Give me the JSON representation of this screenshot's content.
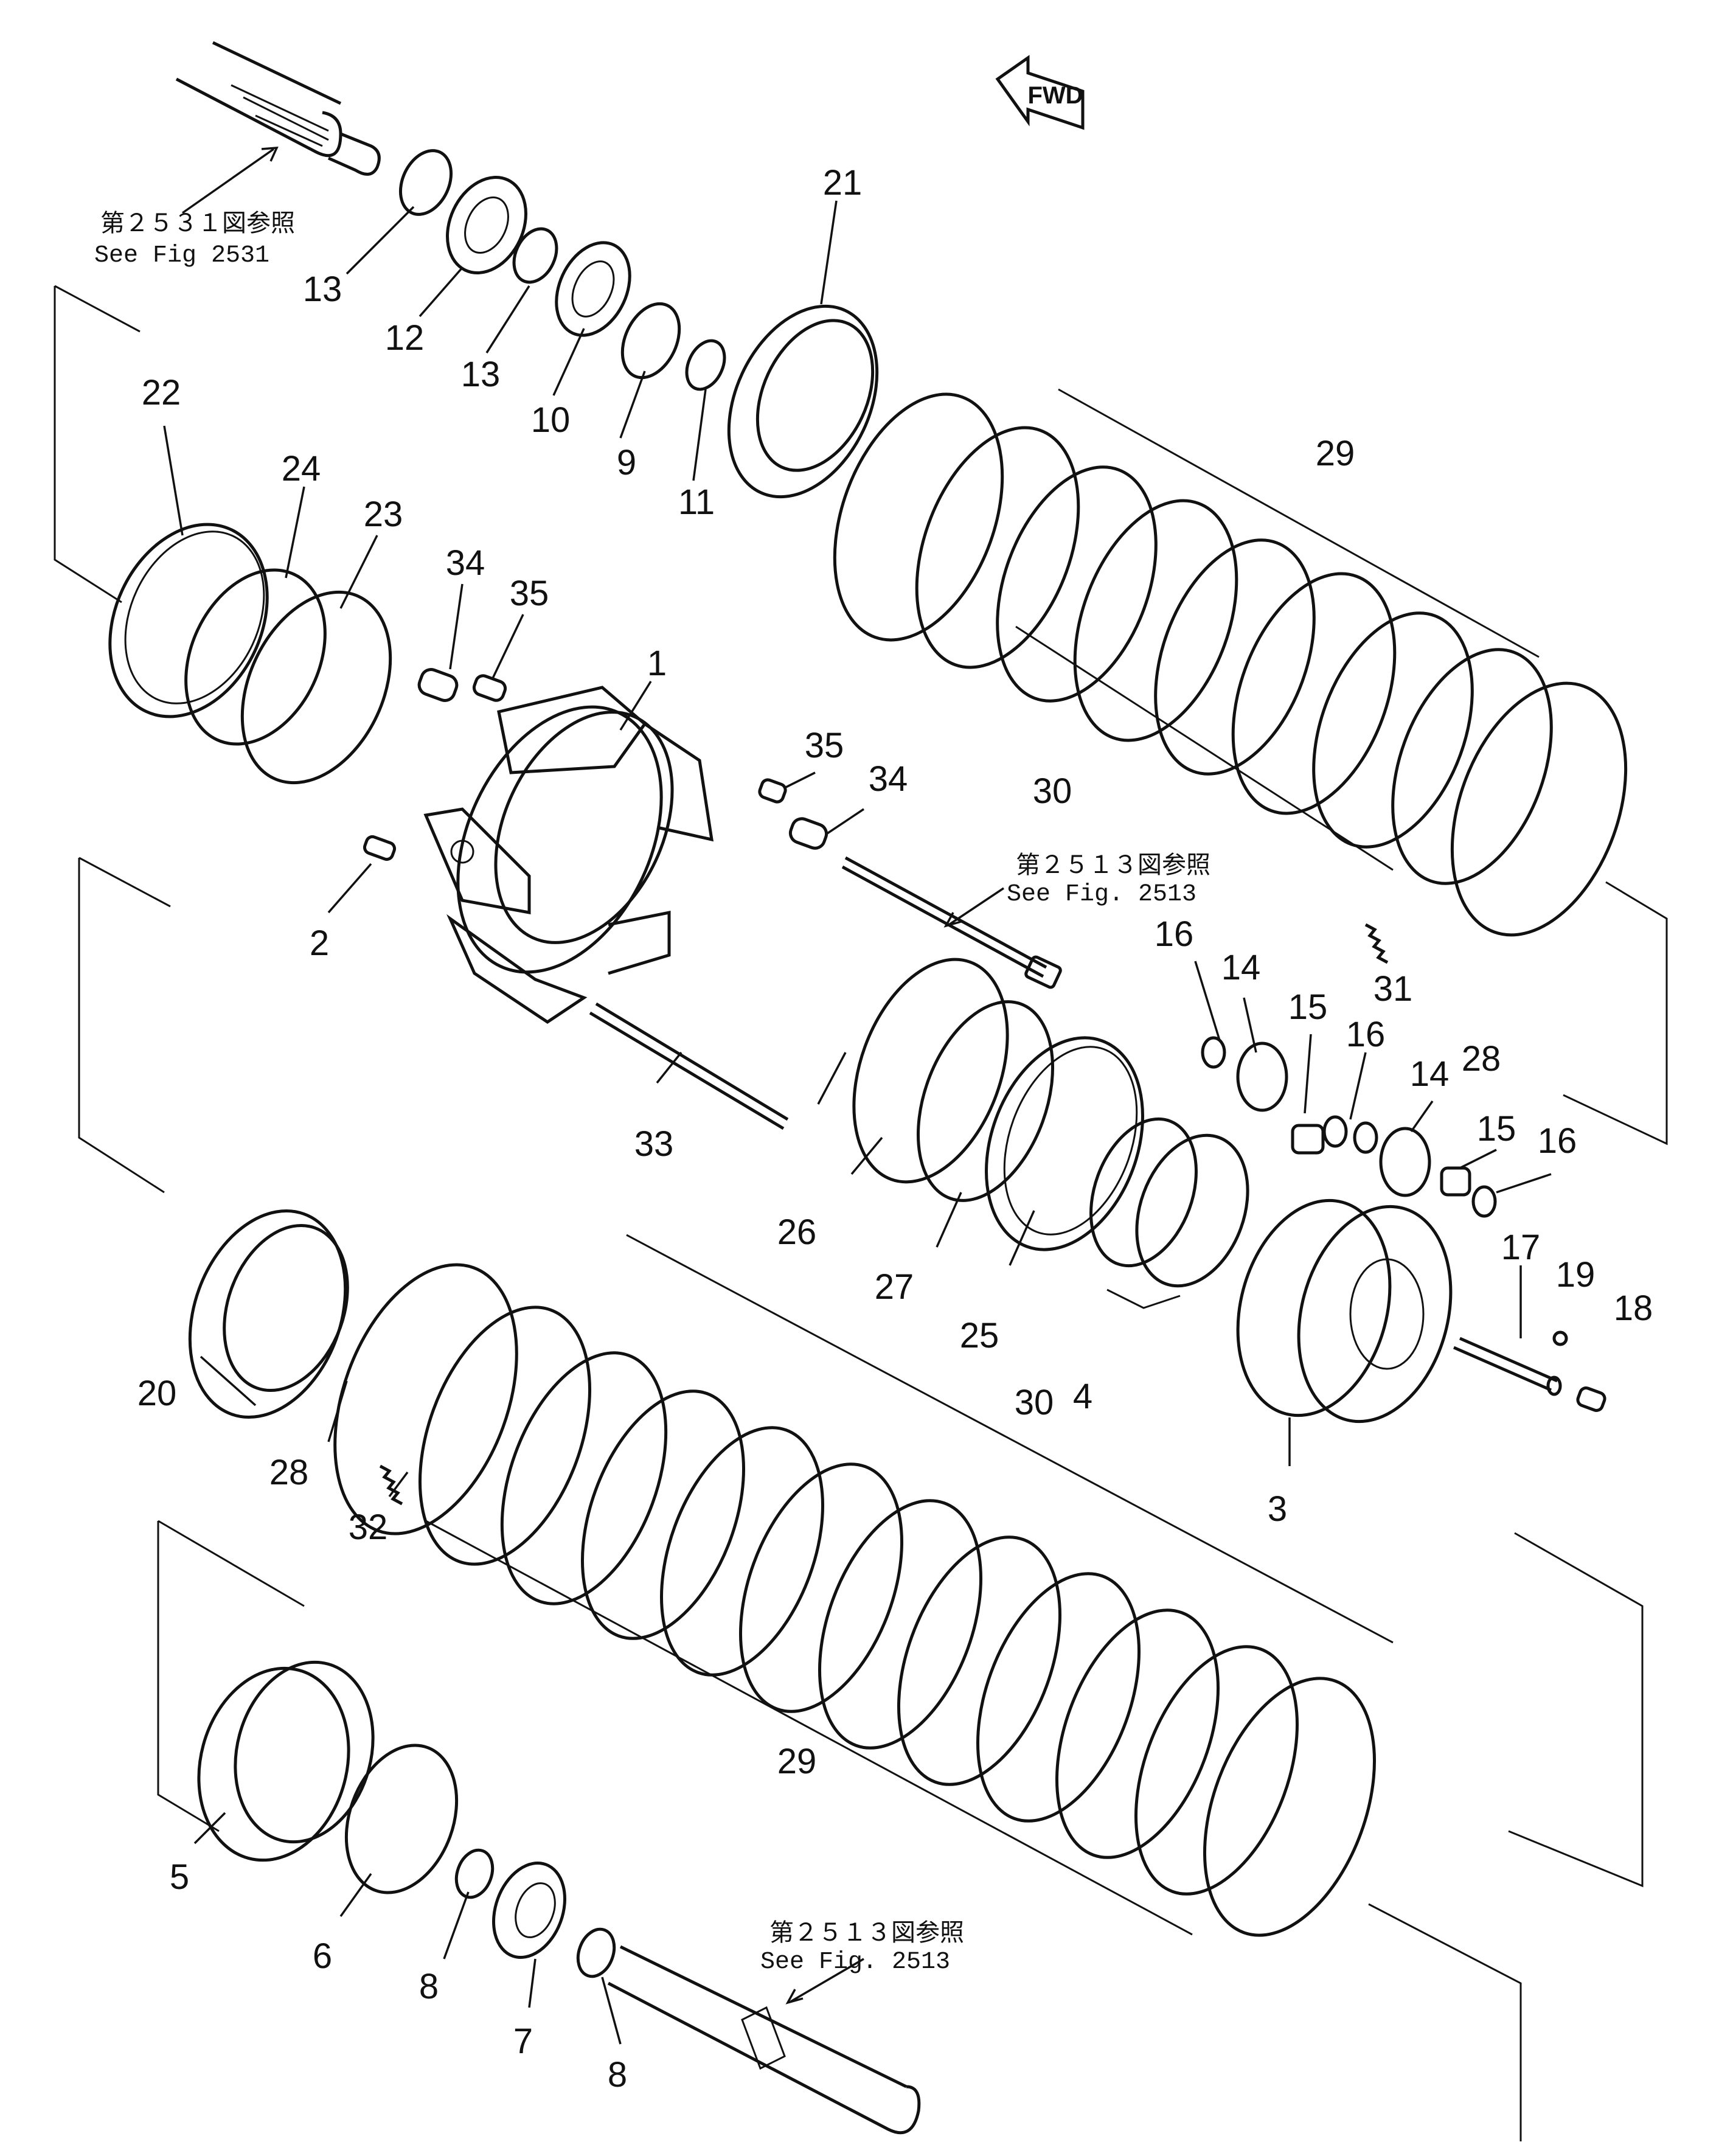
{
  "fwd_label": "FWD",
  "references": [
    {
      "id": "ref-2531",
      "jp": "第２５３１図参照",
      "en": "See Fig 2531"
    },
    {
      "id": "ref-2513-mid",
      "jp": "第２５１３図参照",
      "en": "See Fig. 2513"
    },
    {
      "id": "ref-2513-bottom",
      "jp": "第２５１３図参照",
      "en": "See Fig. 2513"
    }
  ],
  "callouts": [
    {
      "id": "c-21",
      "label": "21"
    },
    {
      "id": "c-13a",
      "label": "13"
    },
    {
      "id": "c-12",
      "label": "12"
    },
    {
      "id": "c-13b",
      "label": "13"
    },
    {
      "id": "c-10",
      "label": "10"
    },
    {
      "id": "c-9",
      "label": "9"
    },
    {
      "id": "c-11",
      "label": "11"
    },
    {
      "id": "c-22",
      "label": "22"
    },
    {
      "id": "c-24",
      "label": "24"
    },
    {
      "id": "c-23",
      "label": "23"
    },
    {
      "id": "c-34a",
      "label": "34"
    },
    {
      "id": "c-35a",
      "label": "35"
    },
    {
      "id": "c-1",
      "label": "1"
    },
    {
      "id": "c-29a",
      "label": "29"
    },
    {
      "id": "c-35b",
      "label": "35"
    },
    {
      "id": "c-34b",
      "label": "34"
    },
    {
      "id": "c-30a",
      "label": "30"
    },
    {
      "id": "c-2",
      "label": "2"
    },
    {
      "id": "c-16a",
      "label": "16"
    },
    {
      "id": "c-14a",
      "label": "14"
    },
    {
      "id": "c-15a",
      "label": "15"
    },
    {
      "id": "c-16b",
      "label": "16"
    },
    {
      "id": "c-31",
      "label": "31"
    },
    {
      "id": "c-14b",
      "label": "14"
    },
    {
      "id": "c-28a",
      "label": "28"
    },
    {
      "id": "c-15b",
      "label": "15"
    },
    {
      "id": "c-16c",
      "label": "16"
    },
    {
      "id": "c-33",
      "label": "33"
    },
    {
      "id": "c-26",
      "label": "26"
    },
    {
      "id": "c-27",
      "label": "27"
    },
    {
      "id": "c-25",
      "label": "25"
    },
    {
      "id": "c-4",
      "label": "4"
    },
    {
      "id": "c-17",
      "label": "17"
    },
    {
      "id": "c-19",
      "label": "19"
    },
    {
      "id": "c-18",
      "label": "18"
    },
    {
      "id": "c-20",
      "label": "20"
    },
    {
      "id": "c-30b",
      "label": "30"
    },
    {
      "id": "c-3",
      "label": "3"
    },
    {
      "id": "c-28b",
      "label": "28"
    },
    {
      "id": "c-32",
      "label": "32"
    },
    {
      "id": "c-29b",
      "label": "29"
    },
    {
      "id": "c-5",
      "label": "5"
    },
    {
      "id": "c-6",
      "label": "6"
    },
    {
      "id": "c-8a",
      "label": "8"
    },
    {
      "id": "c-7",
      "label": "7"
    },
    {
      "id": "c-8b",
      "label": "8"
    }
  ]
}
